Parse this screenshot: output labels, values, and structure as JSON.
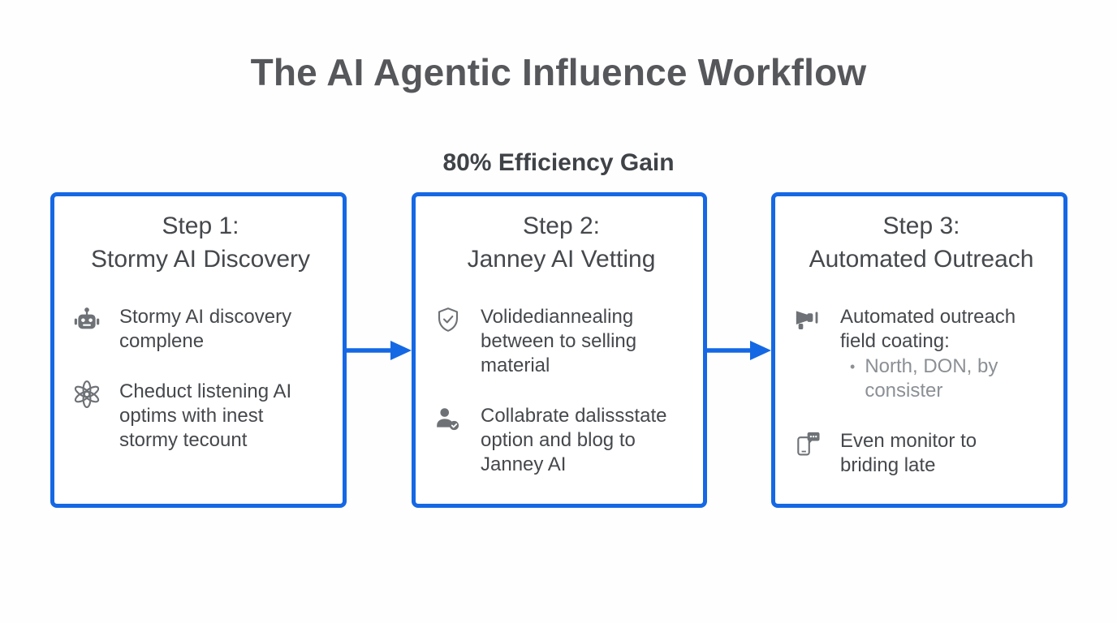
{
  "title": "The AI Agentic Influence Workflow",
  "subtitle": "80% Efficiency Gain",
  "colors": {
    "accent_blue": "#1568e4",
    "title_gray": "#56575b",
    "text_gray": "#45484c",
    "muted_gray": "#8b9095",
    "icon_gray": "#6e7276"
  },
  "steps": [
    {
      "title_line1": "Step 1:",
      "title_line2": "Stormy AI Discovery",
      "bullets": [
        {
          "icon": "robot-icon",
          "text": "Stormy AI discovery complene"
        },
        {
          "icon": "openai-icon",
          "text": "Cheduct listening AI optims with inest stormy tecount"
        }
      ]
    },
    {
      "title_line1": "Step 2:",
      "title_line2": "Janney AI Vetting",
      "bullets": [
        {
          "icon": "shield-check-icon",
          "text": "Volidediannealing between to selling material"
        },
        {
          "icon": "person-check-icon",
          "text": "Collabrate dalissstate option and blog to Janney AI"
        }
      ]
    },
    {
      "title_line1": "Step 3:",
      "title_line2": "Automated Outreach",
      "bullets": [
        {
          "icon": "megaphone-icon",
          "text": "Automated outreach field coating:",
          "sub_bullet": "North, DON, by consister",
          "sub_bullet_marker": "•"
        },
        {
          "icon": "phone-chat-icon",
          "text": "Even monitor to briding late"
        }
      ]
    }
  ]
}
